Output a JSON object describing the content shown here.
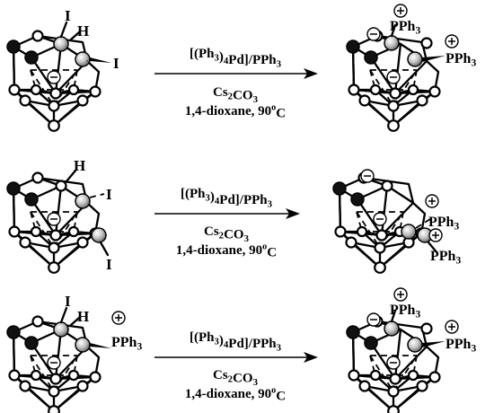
{
  "reactions": [
    {
      "reactant": {
        "substituents": [
          "I",
          "H",
          "I"
        ]
      },
      "conditions": {
        "catalyst": "[(Ph3)4Pd]/PPh3",
        "base": "Cs2CO3",
        "solvent": "1,4-dioxane, 90oC"
      },
      "product": {
        "substituents": [
          "PPh3",
          "PPh3"
        ]
      }
    },
    {
      "reactant": {
        "substituents": [
          "H",
          "I",
          "I"
        ]
      },
      "conditions": {
        "catalyst": "[(Ph3)4Pd]/PPh3",
        "base": "Cs2CO3",
        "solvent": "1,4-dioxane, 90oC"
      },
      "product": {
        "substituents": [
          "PPh3",
          "PPh3"
        ]
      }
    },
    {
      "reactant": {
        "substituents": [
          "I",
          "H",
          "PPh3"
        ]
      },
      "conditions": {
        "catalyst": "[(Ph3)4Pd]/PPh3",
        "base": "Cs2CO3",
        "solvent": "1,4-dioxane, 90oC"
      },
      "product": {
        "substituents": [
          "PPh3",
          "PPh3"
        ]
      }
    }
  ],
  "legend_colors": {
    "carbon": "#111111",
    "boron": "#ffffff",
    "substituted_boron": "#9a9a9a"
  }
}
